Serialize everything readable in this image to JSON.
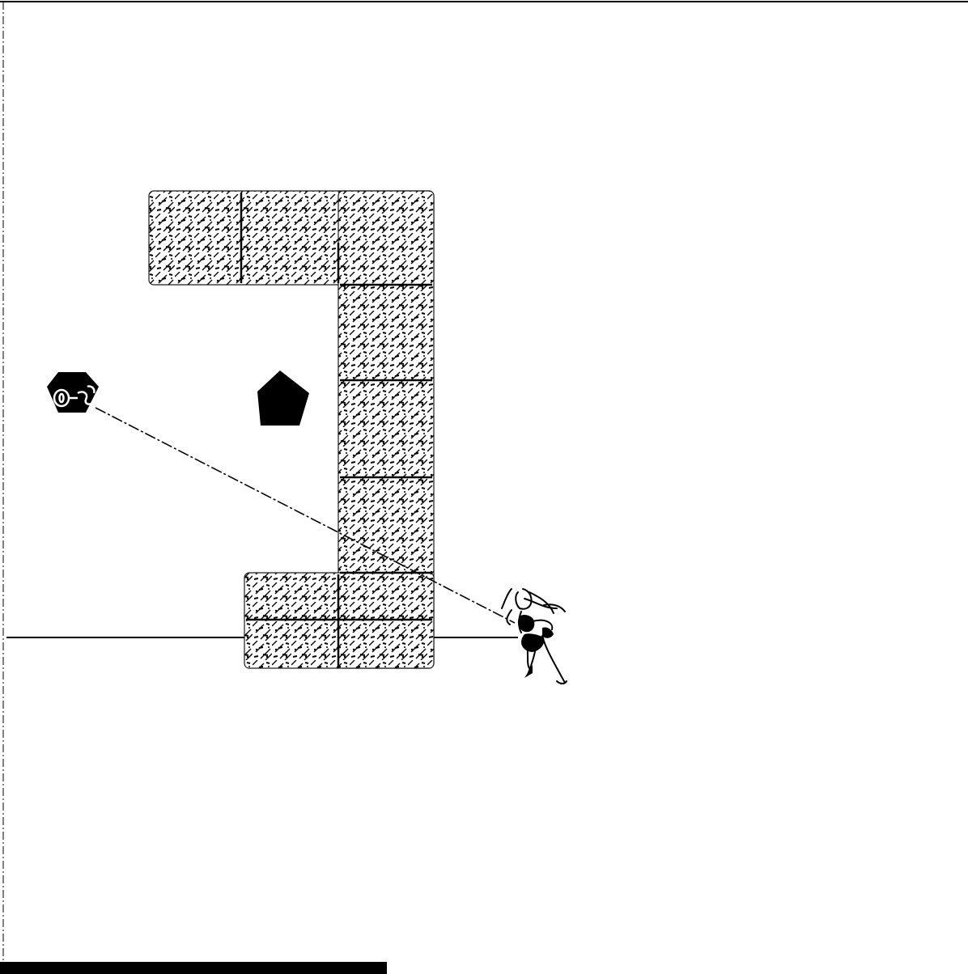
{
  "scene": {
    "background": "#ffffff",
    "ink": "#000000",
    "wall_texture": "dithered-stone",
    "wall_blocks": 3,
    "objects": [
      {
        "id": "hexagon-badge",
        "shape": "hexagon",
        "icon": "key-icon",
        "fill": "#000000"
      },
      {
        "id": "pentagon-target",
        "shape": "pentagon",
        "fill": "#000000"
      },
      {
        "id": "player-character",
        "icon": "running-figure-icon"
      }
    ],
    "sight_line": {
      "from": "hexagon-badge",
      "to": "player-character",
      "style": "dashed"
    },
    "progress": {
      "value": 0.4,
      "color": "#000000"
    }
  }
}
